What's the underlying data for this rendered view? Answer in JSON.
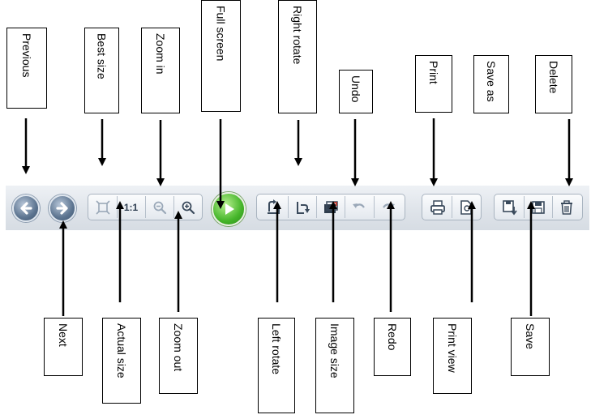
{
  "labels": {
    "previous": "Previous",
    "best_size": "Best size",
    "zoom_in": "Zoom in",
    "full_screen": "Full screen",
    "right_rotate": "Right rotate",
    "undo": "Undo",
    "print": "Print",
    "save_as": "Save as",
    "delete": "Delete",
    "next": "Next",
    "actual_size": "Actual size",
    "zoom_out": "Zoom out",
    "left_rotate": "Left rotate",
    "image_size": "Image size",
    "redo": "Redo",
    "print_view": "Print view",
    "save": "Save"
  },
  "toolbar": {
    "actual_size_glyph": "1:1"
  },
  "icons": [
    "previous-icon",
    "next-icon",
    "best-size-icon",
    "actual-size-icon",
    "zoom-out-icon",
    "zoom-in-icon",
    "full-screen-icon",
    "left-rotate-icon",
    "right-rotate-icon",
    "image-size-icon",
    "undo-icon",
    "redo-icon",
    "print-icon",
    "print-view-icon",
    "save-as-icon",
    "save-icon",
    "delete-icon"
  ],
  "colors": {
    "nav_button": "#5c7490",
    "play_button": "#45b52a",
    "toolbar_bg": "#dfe4ea",
    "icon": "#3a4a5c"
  }
}
